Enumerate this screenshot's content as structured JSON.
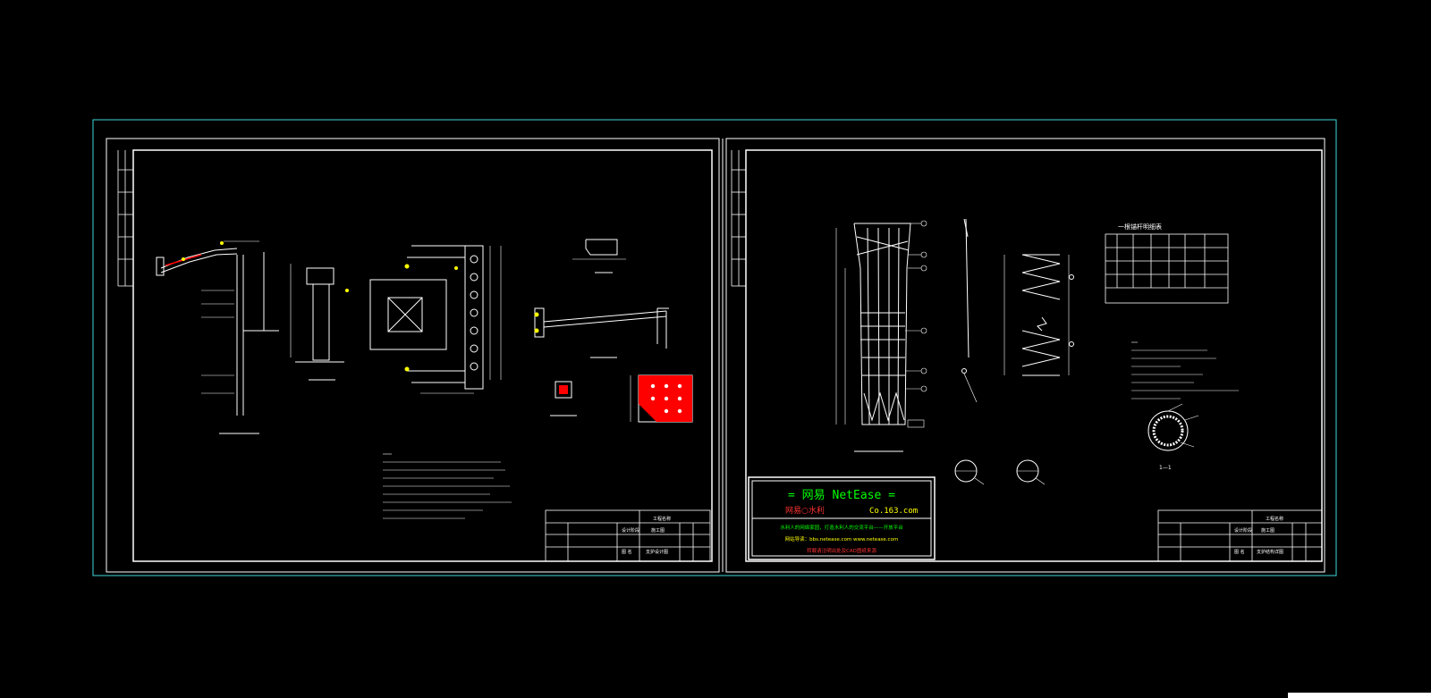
{
  "watermark": {
    "title": "=  网易 NetEase =",
    "left_label": "网易○水利",
    "right_label": "Co.163.com",
    "line1": "水利人的网络家园，打造水利人的交流平台——开放平台",
    "line2": "网站导读：bbs.netease.com  www.netease.com",
    "line3": "转载请注明出处及CAD图纸来源"
  },
  "sheet1": {
    "title_block": {
      "project_label": "工程名称",
      "design_label": "设计阶段",
      "drawing_label": "图  名",
      "drawing_name": "支护设计图",
      "stage_value": "施工图"
    }
  },
  "sheet2": {
    "table_title": "一根锚杆明细表",
    "title_block": {
      "project_label": "工程名称",
      "design_label": "设计阶段",
      "drawing_label": "图  名",
      "drawing_name": "支护结构详图",
      "stage_value": "施工图"
    },
    "section_label": "1—1"
  },
  "colors": {
    "background": "#000000",
    "frame": "#ffffff",
    "outer_frame": "#3fd7d7",
    "accent_green": "#00ff00",
    "accent_red": "#ff0000",
    "accent_yellow": "#ffff00",
    "accent_cyan": "#00ffff"
  }
}
